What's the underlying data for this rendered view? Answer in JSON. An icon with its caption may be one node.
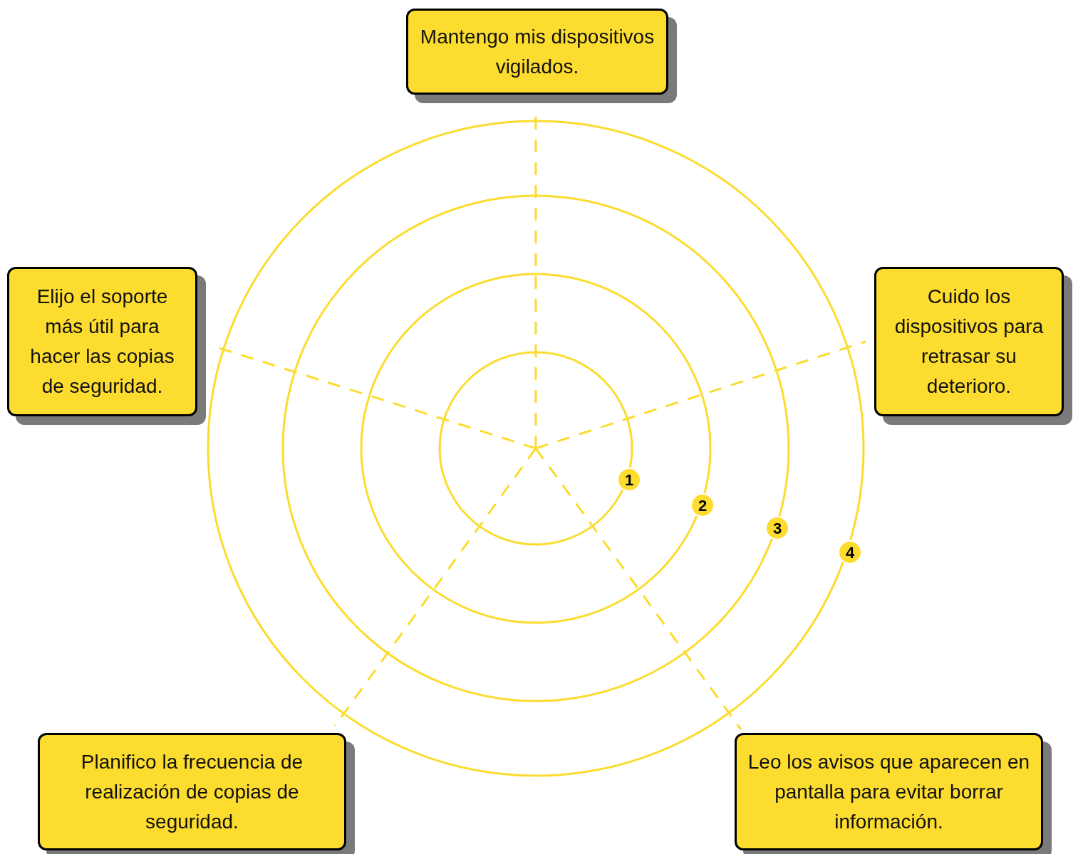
{
  "diagram": {
    "nodes": [
      {
        "text": [
          "Mantengo mis dispositivos vigilados."
        ]
      },
      {
        "text": [
          "Elijo el soporte más útil para hacer las copias de seguridad."
        ]
      },
      {
        "text": [
          "Cuido los dispositivos para retrasar su deterioro."
        ]
      },
      {
        "text": [
          "1"
        ]
      },
      {
        "text": [
          "2"
        ]
      },
      {
        "text": [
          "3"
        ]
      },
      {
        "text": [
          "4"
        ]
      },
      {
        "text": [
          "Planifico la frecuencia de realización de copias de seguridad."
        ]
      },
      {
        "text": [
          "Leo los avisos que aparecen en pantalla para evitar borrar información."
        ]
      }
    ]
  }
}
